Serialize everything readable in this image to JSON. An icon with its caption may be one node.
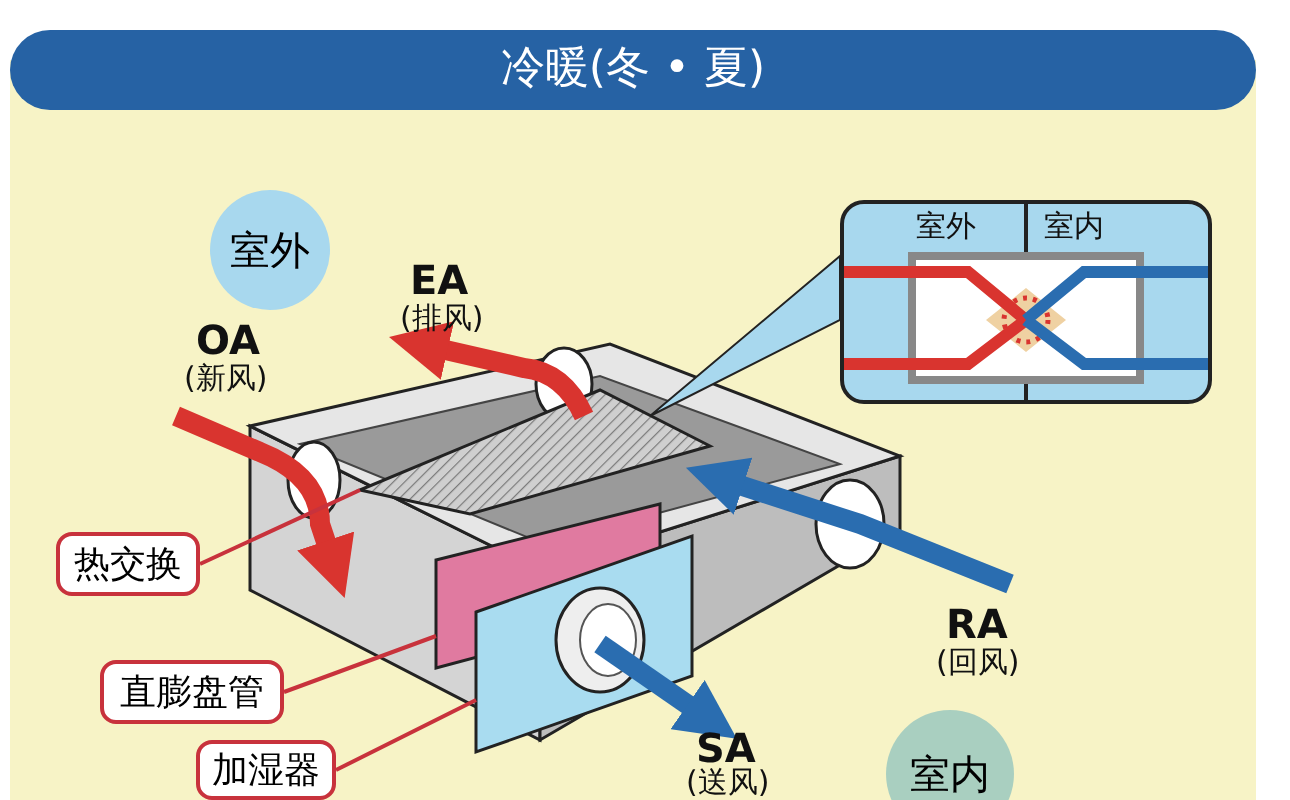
{
  "diagram": {
    "title": "冷暖(冬 • 夏)",
    "nodes": [
      {
        "text": [
          "室外"
        ]
      },
      {
        "text": [
          "室外",
          "室内"
        ]
      },
      {
        "text": [],
        "shape": "box"
      },
      {
        "text": [
          "热交换"
        ]
      },
      {
        "text": [],
        "shape": "box"
      },
      {
        "text": [
          "直膨盘管"
        ]
      },
      {
        "text": [],
        "shape": "box"
      },
      {
        "text": [
          "加湿器"
        ]
      },
      {
        "text": [
          "室内"
        ]
      }
    ],
    "edges": [
      {
        "from": 1,
        "to": 2,
        "arrow": "none",
        "color": "#a8d8ee"
      },
      {
        "from": 3,
        "to": 2,
        "arrow": "none"
      },
      {
        "from": 5,
        "to": 4,
        "arrow": "none"
      },
      {
        "from": 7,
        "to": 6,
        "arrow": "none"
      }
    ],
    "labels": [
      "OA",
      "(新风)",
      "EA",
      "(排风)",
      "RA",
      "(回风)",
      "SA",
      "(送风)"
    ]
  }
}
